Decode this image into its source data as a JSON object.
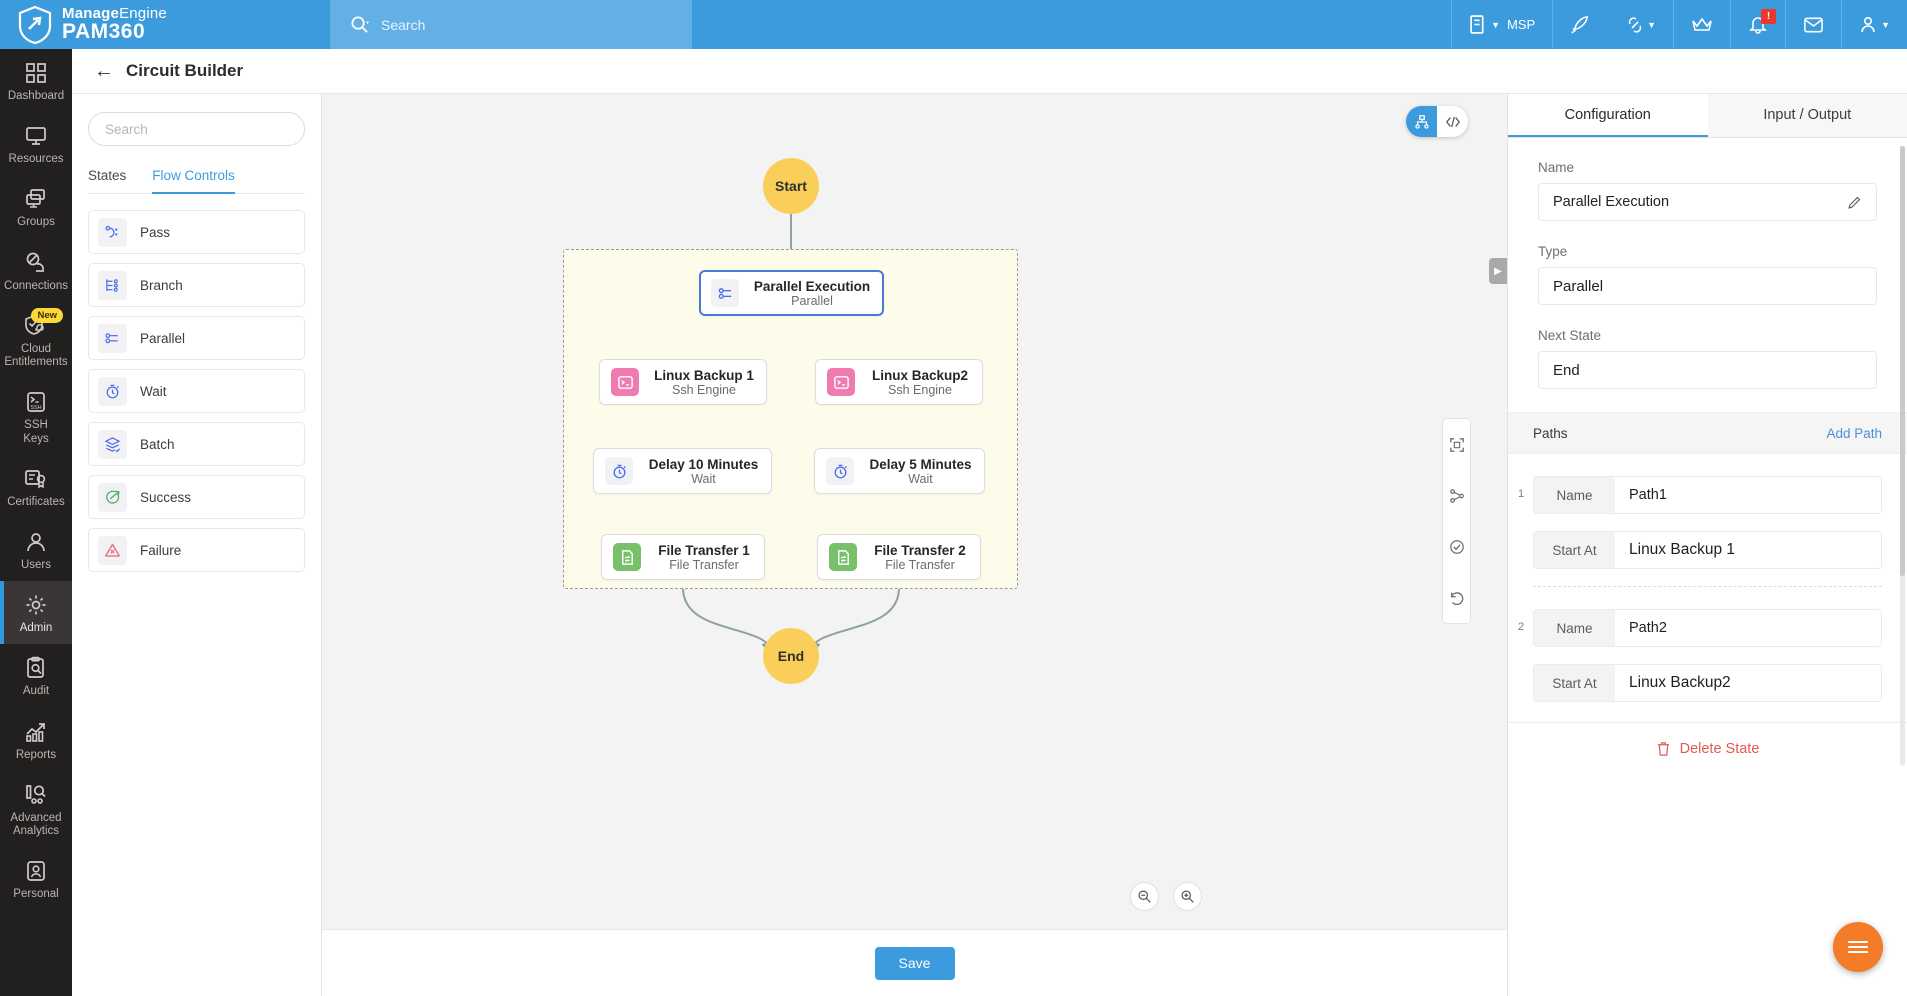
{
  "header": {
    "brand_primary": "Manage",
    "brand_secondary": "Engine",
    "brand_product": "PAM360",
    "search_placeholder": "Search",
    "msp_label": "MSP",
    "notification_badge": "!",
    "icons": [
      "building-icon",
      "rocket-icon",
      "link-icon",
      "crown-icon",
      "bell-icon",
      "envelope-icon",
      "user-icon"
    ]
  },
  "left_nav": {
    "items": [
      {
        "label": "Dashboard",
        "icon": "dashboard-icon",
        "active": false
      },
      {
        "label": "Resources",
        "icon": "monitor-icon",
        "active": false
      },
      {
        "label": "Groups",
        "icon": "monitors-icon",
        "active": false
      },
      {
        "label": "Connections",
        "icon": "satellite-icon",
        "active": false
      },
      {
        "label": "Cloud Entitlements",
        "icon": "cloud-shield-icon",
        "active": false,
        "badge": "New"
      },
      {
        "label": "SSH Keys",
        "icon": "ssh-terminal-icon",
        "active": false
      },
      {
        "label": "Certificates",
        "icon": "certificate-icon",
        "active": false
      },
      {
        "label": "Users",
        "icon": "user-icon",
        "active": false
      },
      {
        "label": "Admin",
        "icon": "gear-icon",
        "active": true
      },
      {
        "label": "Audit",
        "icon": "audit-icon",
        "active": false
      },
      {
        "label": "Reports",
        "icon": "reports-icon",
        "active": false
      },
      {
        "label": "Advanced Analytics",
        "icon": "analytics-icon",
        "active": false
      },
      {
        "label": "Personal",
        "icon": "personal-icon",
        "active": false
      }
    ]
  },
  "page": {
    "back_icon": "arrow-left-icon",
    "title": "Circuit Builder"
  },
  "palette": {
    "search_placeholder": "Search",
    "tabs": [
      {
        "label": "States",
        "active": false
      },
      {
        "label": "Flow Controls",
        "active": true
      }
    ],
    "items": [
      {
        "label": "Pass",
        "icon": "pass-icon",
        "color": "#4a6cf0"
      },
      {
        "label": "Branch",
        "icon": "branch-icon",
        "color": "#4a6cf0"
      },
      {
        "label": "Parallel",
        "icon": "parallel-icon",
        "color": "#4a6cf0"
      },
      {
        "label": "Wait",
        "icon": "stopwatch-icon",
        "color": "#4a6cf0"
      },
      {
        "label": "Batch",
        "icon": "batch-icon",
        "color": "#4a6cf0"
      },
      {
        "label": "Success",
        "icon": "success-icon",
        "color": "#4bb36b"
      },
      {
        "label": "Failure",
        "icon": "failure-icon",
        "color": "#e8697a"
      }
    ]
  },
  "canvas": {
    "view_toggle": {
      "graph_icon": "hierarchy-icon",
      "code_icon": "code-icon",
      "active": "graph"
    },
    "collapse_icon": "chevron-right-icon",
    "tools": [
      "fit-screen-icon",
      "auto-layout-icon",
      "validate-icon",
      "undo-icon"
    ],
    "zoom_out_icon": "zoom-out-icon",
    "zoom_in_icon": "zoom-in-icon",
    "start_node": "Start",
    "end_node": "End",
    "nodes": [
      {
        "title": "Parallel Execution",
        "subtitle": "Parallel",
        "icon": "parallel-icon",
        "color": "neutral",
        "selected": true
      },
      {
        "title": "Linux Backup 1",
        "subtitle": "Ssh Engine",
        "icon": "ssh-terminal-icon",
        "color": "pink",
        "selected": false
      },
      {
        "title": "Linux Backup2",
        "subtitle": "Ssh Engine",
        "icon": "ssh-terminal-icon",
        "color": "pink",
        "selected": false
      },
      {
        "title": "Delay 10 Minutes",
        "subtitle": "Wait",
        "icon": "stopwatch-icon",
        "color": "neutral",
        "selected": false
      },
      {
        "title": "Delay 5 Minutes",
        "subtitle": "Wait",
        "icon": "stopwatch-icon",
        "color": "neutral",
        "selected": false
      },
      {
        "title": "File Transfer 1",
        "subtitle": "File Transfer",
        "icon": "file-transfer-icon",
        "color": "green",
        "selected": false
      },
      {
        "title": "File Transfer 2",
        "subtitle": "File Transfer",
        "icon": "file-transfer-icon",
        "color": "green",
        "selected": false
      }
    ]
  },
  "config": {
    "tabs": [
      {
        "label": "Configuration",
        "active": true
      },
      {
        "label": "Input / Output",
        "active": false
      }
    ],
    "name_label": "Name",
    "name_value": "Parallel Execution",
    "edit_icon": "pencil-icon",
    "type_label": "Type",
    "type_value": "Parallel",
    "next_state_label": "Next State",
    "next_state_value": "End",
    "paths_label": "Paths",
    "add_path_label": "Add Path",
    "paths": [
      {
        "index": "1",
        "name_label": "Name",
        "name_value": "Path1",
        "start_label": "Start At",
        "start_value": "Linux Backup 1"
      },
      {
        "index": "2",
        "name_label": "Name",
        "name_value": "Path2",
        "start_label": "Start At",
        "start_value": "Linux Backup2"
      }
    ],
    "delete_label": "Delete State",
    "delete_icon": "trash-icon"
  },
  "bottom": {
    "save_label": "Save",
    "fab_icon": "menu-icon"
  },
  "colors": {
    "brand_blue": "#3c9bdd",
    "accent_blue": "#4a6cf0",
    "node_pink": "#ef7bb0",
    "node_green": "#78c06a",
    "terminal_yellow": "#f9cf5a",
    "danger_red": "#e05c50",
    "fab_orange": "#f47b27"
  }
}
